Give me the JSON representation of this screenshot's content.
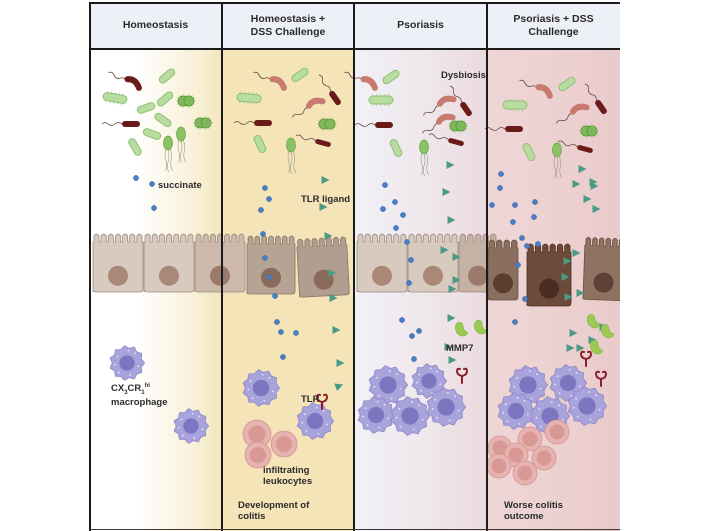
{
  "panels": [
    {
      "title": "Homeostasis",
      "labels": {
        "metabolite": "succinate",
        "macrophage_line1": "CX",
        "macrophage_sub1": "3",
        "macrophage_mid": "CR",
        "macrophage_sub2": "1",
        "macrophage_sup": "hi",
        "macrophage_line2": "macrophage"
      }
    },
    {
      "title": "Homeostasis + DSS Challenge",
      "labels": {
        "ligand": "TLR ligand",
        "receptor": "TLR",
        "leukocytes": "infiltrating leukocytes",
        "outcome": "Development of colitis"
      }
    },
    {
      "title": "Psoriasis",
      "labels": {
        "microbiome": "Dysbiosis",
        "enzyme": "MMP7"
      }
    },
    {
      "title": "Psoriasis + DSS Challenge",
      "labels": {
        "outcome": "Worse colitis outcome"
      }
    }
  ],
  "colors": {
    "header_bg": "#eef0f7",
    "border": "#1a1a1a",
    "homeostasis_bg": "#f4e4b8",
    "psoriasis_bg": "#efe6ea",
    "psoriasis_dss_bg": "#ecd0d0",
    "bacteria_light_green": "#b9dca0",
    "bacteria_dark_green": "#7fb85a",
    "bacteria_dark_red": "#6b1a1a",
    "bacteria_salmon": "#c97a6e",
    "succinate_blue": "#4a7ec4",
    "tlr_ligand_teal": "#4a9a86",
    "epithelial_cell": "#d9cac0",
    "damaged_cell": "#6e4a3a",
    "macrophage_purple": "#a9a3dc",
    "leukocyte_pink": "#e7b3b0",
    "mmp7_green": "#9cc955",
    "tlr_receptor_red": "#8a1d2e"
  }
}
